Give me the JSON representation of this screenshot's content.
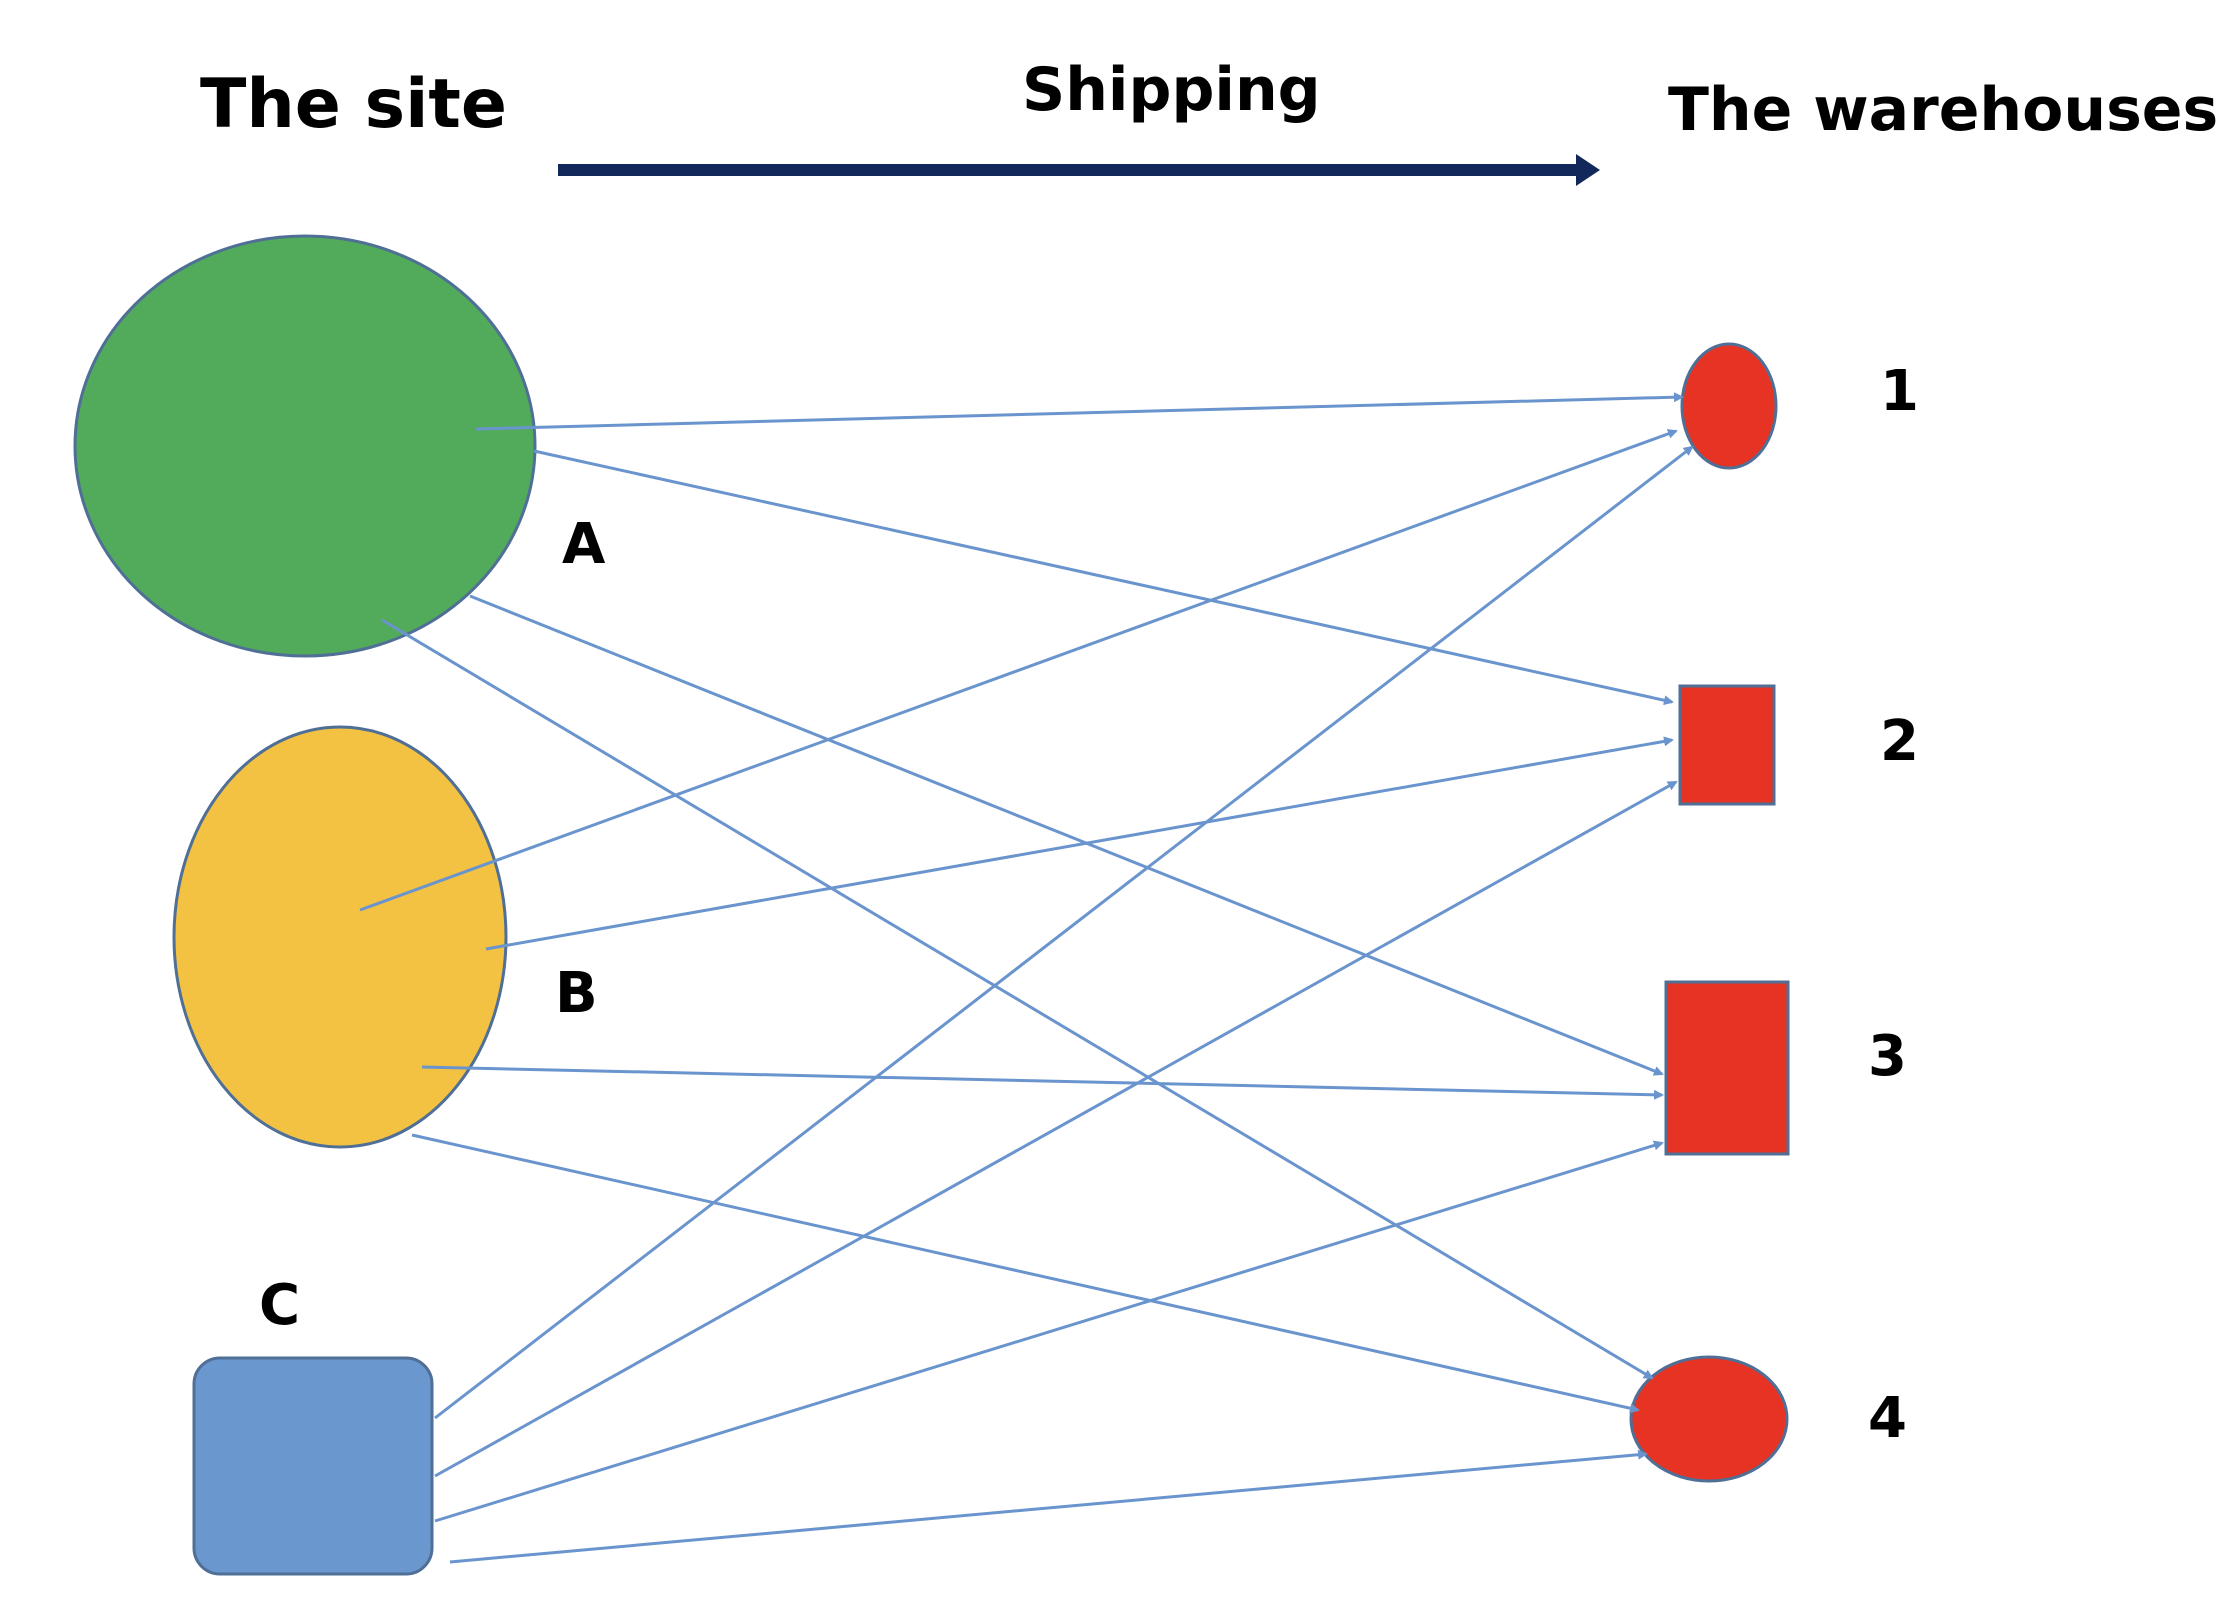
{
  "headings": {
    "site": "The site",
    "shipping": "Shipping",
    "warehouses": "The warehouses"
  },
  "sites": [
    {
      "id": "A",
      "label": "A",
      "shape": "ellipse",
      "color": "#52ab5a"
    },
    {
      "id": "B",
      "label": "B",
      "shape": "ellipse",
      "color": "#f3c242"
    },
    {
      "id": "C",
      "label": "C",
      "shape": "rounded-rect",
      "color": "#6a97cd"
    }
  ],
  "warehouses": [
    {
      "id": "1",
      "label": "1",
      "shape": "ellipse",
      "color": "#e63323"
    },
    {
      "id": "2",
      "label": "2",
      "shape": "rect",
      "color": "#e63323"
    },
    {
      "id": "3",
      "label": "3",
      "shape": "rect",
      "color": "#e63323"
    },
    {
      "id": "4",
      "label": "4",
      "shape": "ellipse",
      "color": "#e63323"
    }
  ],
  "connections": [
    {
      "from": "A",
      "to": "1"
    },
    {
      "from": "A",
      "to": "2"
    },
    {
      "from": "A",
      "to": "3"
    },
    {
      "from": "A",
      "to": "4"
    },
    {
      "from": "B",
      "to": "1"
    },
    {
      "from": "B",
      "to": "2"
    },
    {
      "from": "B",
      "to": "3"
    },
    {
      "from": "B",
      "to": "4"
    },
    {
      "from": "C",
      "to": "1"
    },
    {
      "from": "C",
      "to": "2"
    },
    {
      "from": "C",
      "to": "3"
    },
    {
      "from": "C",
      "to": "4"
    }
  ],
  "colors": {
    "connector": "#6a94cd",
    "shipping_arrow": "#13285a"
  }
}
